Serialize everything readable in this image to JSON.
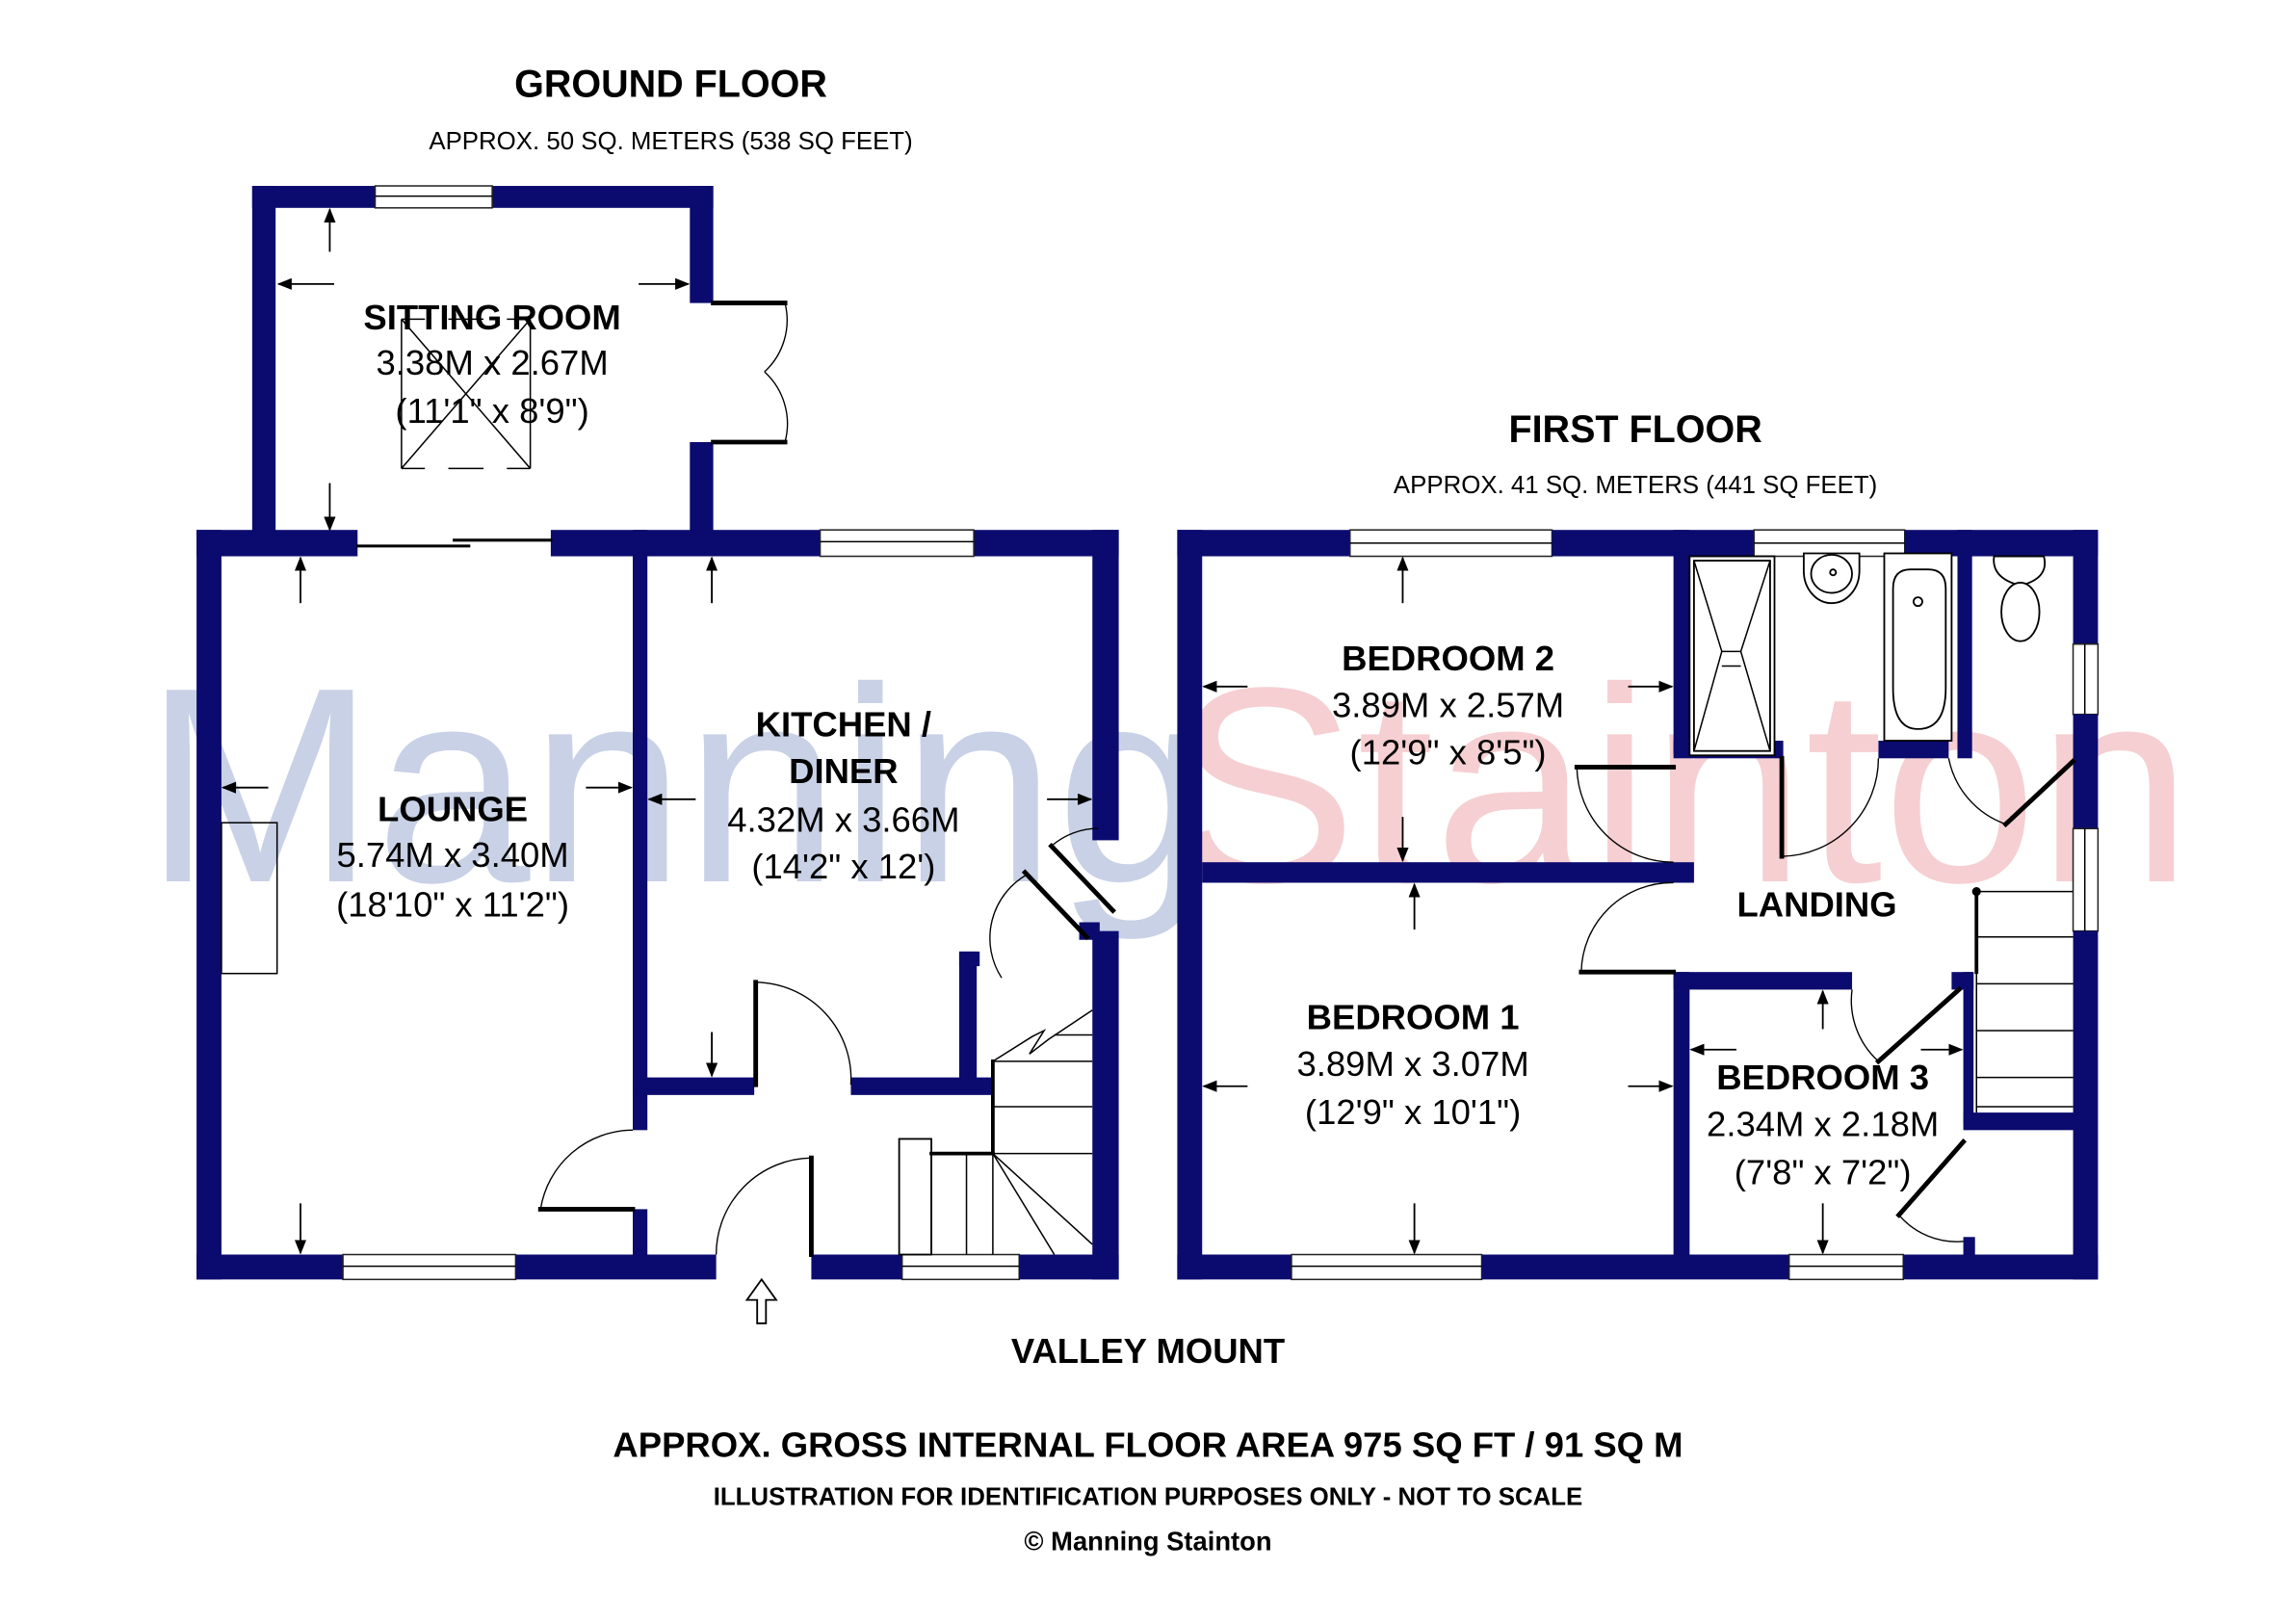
{
  "watermark": {
    "part1": "Manning",
    "part2": "Stainton",
    "colors": {
      "part1": "#c9d1e6",
      "part2": "#f6cfd2"
    }
  },
  "colors": {
    "wall": "#0b0b6f",
    "text": "#000000",
    "background": "#ffffff"
  },
  "ground_floor": {
    "title": "GROUND FLOOR",
    "area": "APPROX. 50 SQ. METERS (538 SQ FEET)",
    "rooms": {
      "sitting_room": {
        "name": "SITTING ROOM",
        "metric": "3.38M x 2.67M",
        "imperial": "(11'1\" x 8'9\")"
      },
      "lounge": {
        "name": "LOUNGE",
        "metric": "5.74M x 3.40M",
        "imperial": "(18'10\" x 11'2\")"
      },
      "kitchen": {
        "name_line1": "KITCHEN /",
        "name_line2": "DINER",
        "metric": "4.32M x 3.66M",
        "imperial": "(14'2\" x 12')"
      }
    },
    "entrance_icon": "entrance-arrow-icon"
  },
  "first_floor": {
    "title": "FIRST FLOOR",
    "area": "APPROX. 41 SQ. METERS (441 SQ FEET)",
    "rooms": {
      "bedroom2": {
        "name": "BEDROOM 2",
        "metric": "3.89M x 2.57M",
        "imperial": "(12'9\" x 8'5\")"
      },
      "bedroom1": {
        "name": "BEDROOM 1",
        "metric": "3.89M x 3.07M",
        "imperial": "(12'9\" x 10'1\")"
      },
      "bedroom3": {
        "name": "BEDROOM 3",
        "metric": "2.34M x 2.18M",
        "imperial": "(7'8\" x 7'2\")"
      },
      "landing": {
        "name": "LANDING"
      }
    }
  },
  "footer": {
    "property_name": "VALLEY MOUNT",
    "total_area": "APPROX. GROSS INTERNAL FLOOR AREA 975 SQ FT / 91 SQ M",
    "disclaimer": "ILLUSTRATION FOR IDENTIFICATION PURPOSES ONLY - NOT TO SCALE",
    "copyright": "© Manning Stainton"
  }
}
